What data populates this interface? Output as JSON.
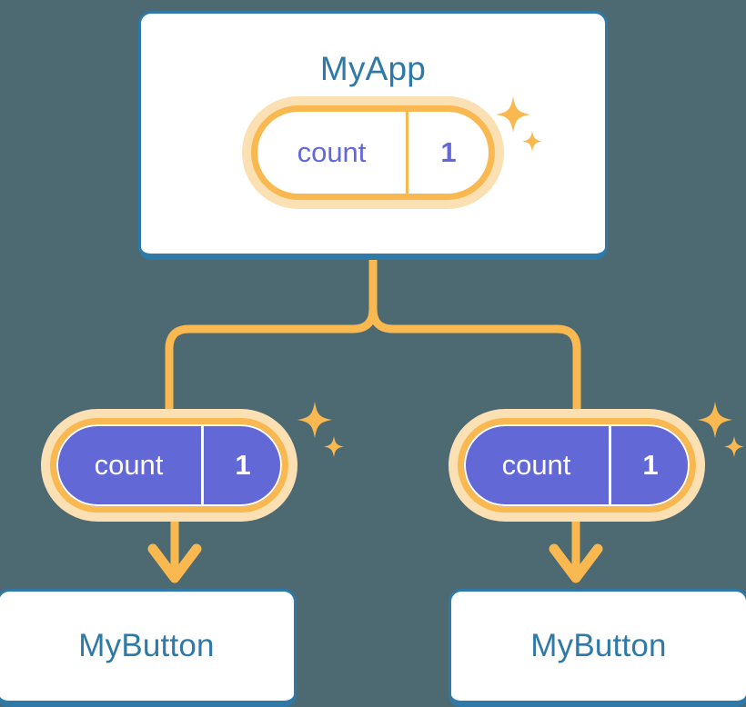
{
  "diagram": {
    "title_hidden": "",
    "background_color": "#4d6a72",
    "accent_orange": "#fab950",
    "accent_orange_light": "#fbe0b4",
    "accent_blue": "#2e79a8",
    "accent_purple": "#6269d6",
    "card_white": "#ffffff"
  },
  "app": {
    "label": "MyApp",
    "state": {
      "key": "count",
      "value": "1"
    },
    "sparkle_name": "sparkle-icon"
  },
  "branches": [
    {
      "state": {
        "key": "count",
        "value": "1"
      },
      "button_label": "MyButton",
      "sparkle_name": "sparkle-icon"
    },
    {
      "state": {
        "key": "count",
        "value": "1"
      },
      "button_label": "MyButton",
      "sparkle_name": "sparkle-icon"
    }
  ],
  "connectors": {
    "trunk_name": "trunk-line",
    "left_branch_name": "branch-line-left",
    "right_branch_name": "branch-line-right",
    "arrow_left_name": "arrow-down-left",
    "arrow_right_name": "arrow-down-right"
  }
}
